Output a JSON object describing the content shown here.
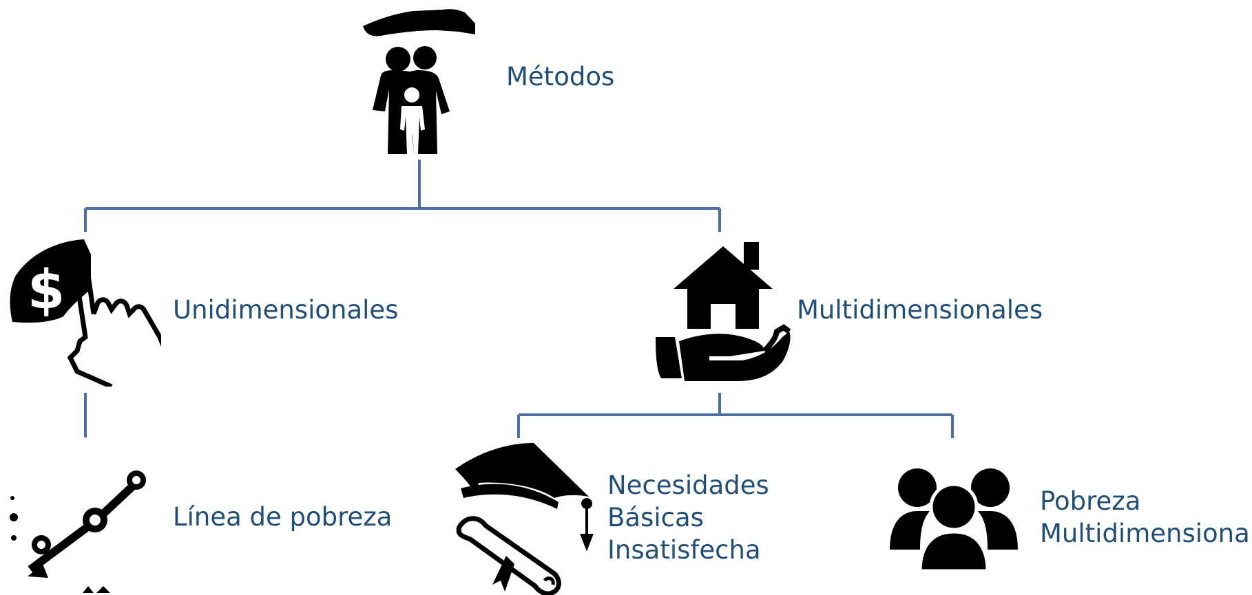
{
  "colors": {
    "text": "#1f4e79",
    "connector": "#4a6fa5",
    "icon": "#000000"
  },
  "root": {
    "label": "Métodos",
    "icon": "family-protection-icon"
  },
  "level1": [
    {
      "label": "Unidimensionales",
      "icon": "money-touch-icon"
    },
    {
      "label": "Multidimensionales",
      "icon": "house-hand-icon"
    }
  ],
  "level2": {
    "unidimensionales": [
      {
        "label": "Línea de pobreza",
        "icon": "line-chart-icon"
      }
    ],
    "multidimensionales": [
      {
        "lines": [
          "Necesidades",
          "Básicas",
          "Insatisfecha"
        ],
        "icon": "graduation-cap-diploma-icon"
      },
      {
        "lines": [
          "Pobreza",
          "Multidimensional"
        ],
        "icon": "group-people-icon"
      }
    ]
  }
}
